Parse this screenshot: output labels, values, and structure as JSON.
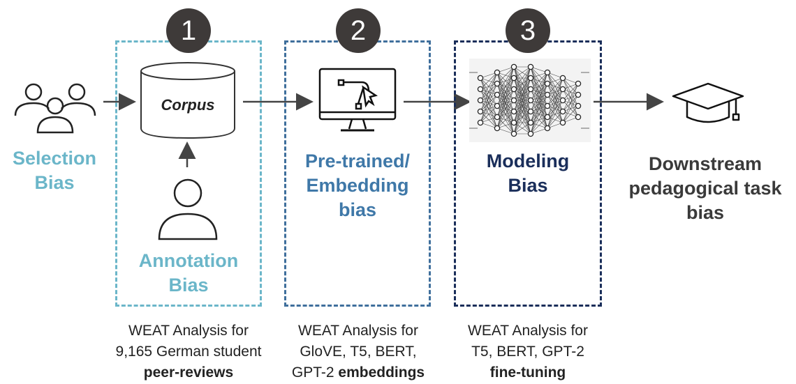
{
  "colors": {
    "selection": "#6bb6c9",
    "annotation": "#6bb6c9",
    "embedding": "#3f78a8",
    "modeling": "#1a2e5a",
    "downstream": "#3a3a3a",
    "badge": "#3e3a39",
    "box1_border": "#6bb6c9",
    "box2_border": "#3f6f9c",
    "box3_border": "#1a2e5a"
  },
  "badges": [
    "1",
    "2",
    "3"
  ],
  "corpus": {
    "label": "Corpus"
  },
  "labels": {
    "selection_bias": "Selection\nBias",
    "annotation_bias": "Annotation\nBias",
    "embedding_bias": "Pre-trained/\nEmbedding\nbias",
    "modeling_bias": "Modeling\nBias",
    "downstream_bias": "Downstream\npedagogical task\nbias"
  },
  "captions": {
    "c1": {
      "line1": "WEAT Analysis for",
      "line2": "9,165 German student",
      "line3_bold": "peer-reviews"
    },
    "c2": {
      "line1": "WEAT Analysis for",
      "line2": "GloVE, T5, BERT,",
      "line3_prefix": "GPT-2 ",
      "line3_bold": "embeddings"
    },
    "c3": {
      "line1": "WEAT Analysis for",
      "line2": "T5, BERT, GPT-2",
      "line3_bold": "fine-tuning"
    }
  },
  "icons": {
    "people": "people-group-icon",
    "person": "person-icon",
    "database": "database-icon",
    "monitor": "vector-monitor-icon",
    "network": "neural-network-icon",
    "cap": "graduation-cap-icon"
  }
}
